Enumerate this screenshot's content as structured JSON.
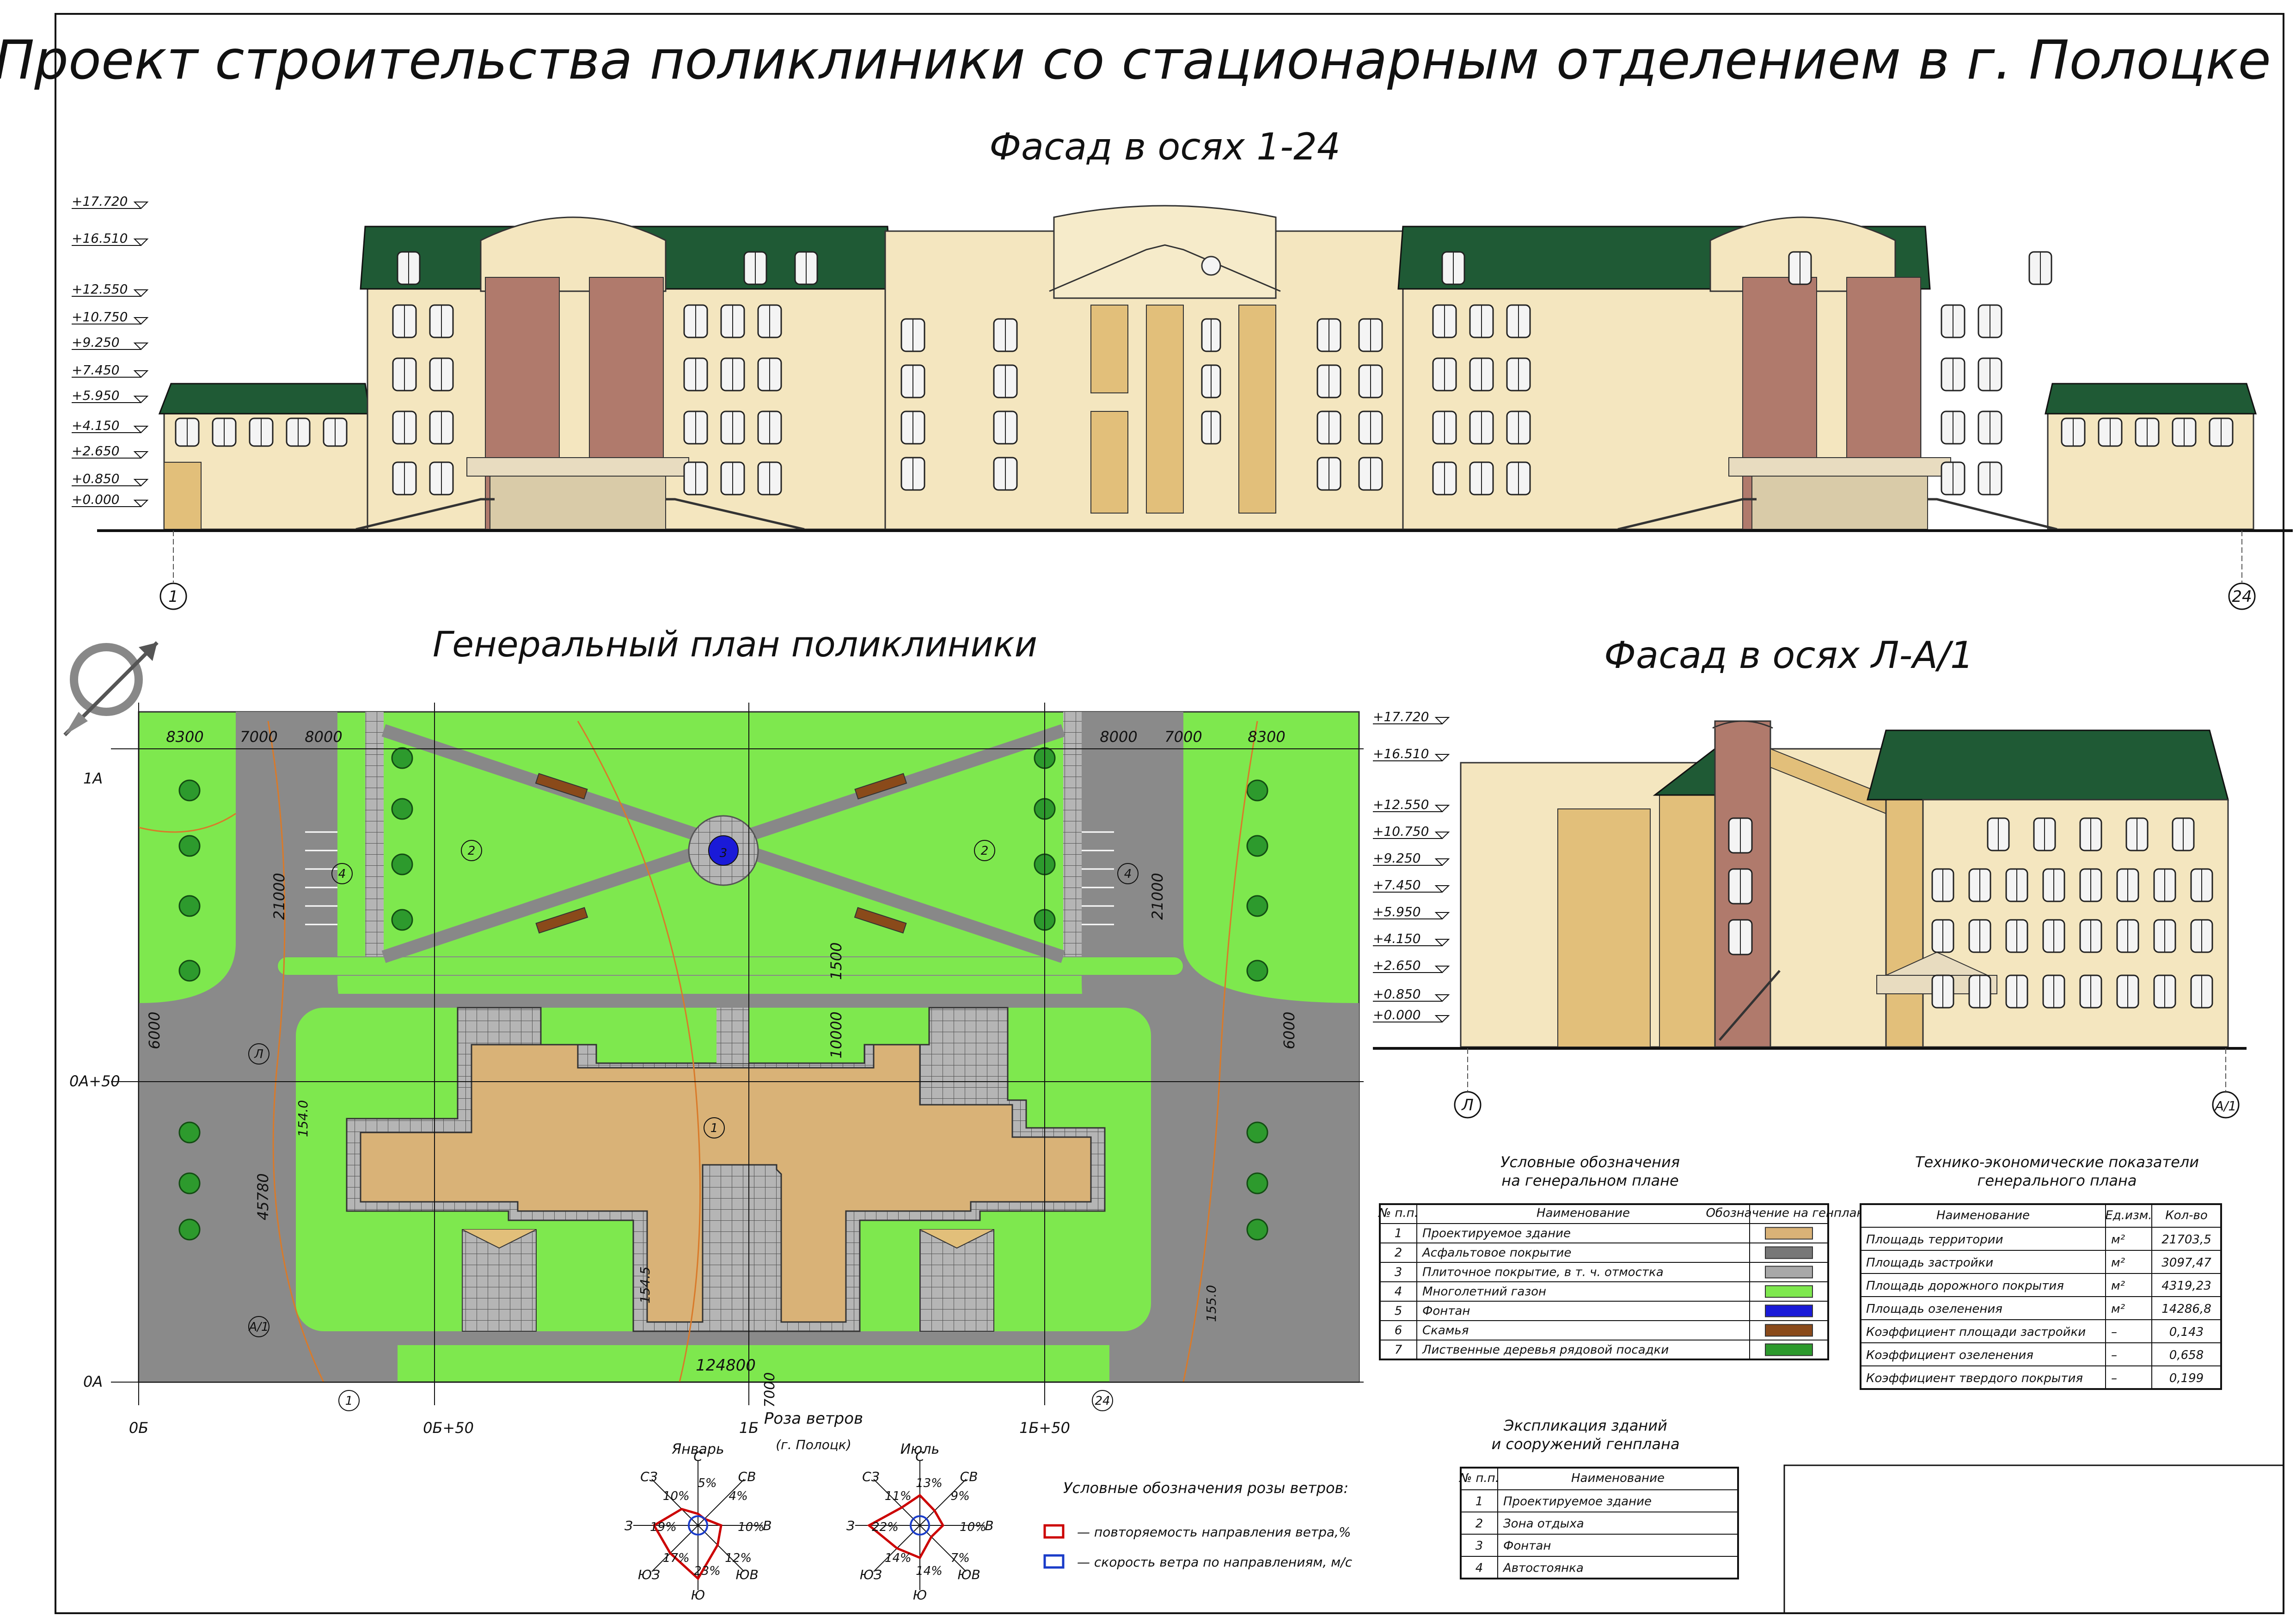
{
  "sheet_title": "Проект строительства поликлиники со стационарным отделением в г. Полоцке",
  "facade_main": {
    "title": "Фасад в осях 1-24",
    "elevations": [
      "+17.720",
      "+16.510",
      "+12.550",
      "+10.750",
      "+9.250",
      "+7.450",
      "+5.950",
      "+4.150",
      "+2.650",
      "+0.850",
      "+0.000"
    ],
    "axis_left": "1",
    "axis_right": "24"
  },
  "facade_side": {
    "title": "Фасад в осях Л-А/1",
    "elevations": [
      "+17.720",
      "+16.510",
      "+12.550",
      "+10.750",
      "+9.250",
      "+7.450",
      "+5.950",
      "+4.150",
      "+2.650",
      "+0.850",
      "+0.000"
    ],
    "axis_left": "Л",
    "axis_right": "А/1"
  },
  "site_plan": {
    "title": "Генеральный план поликлиники",
    "row_axes": [
      "1А",
      "0А+50",
      "0А"
    ],
    "col_axes": [
      "0Б",
      "0Б+50",
      "1Б",
      "1Б+50"
    ],
    "dims_top": [
      "8300",
      "7000",
      "8000",
      "8000",
      "7000",
      "8300"
    ],
    "dims": {
      "parking_left": "21000",
      "parking_right": "21000",
      "path": "1500",
      "court": "10000",
      "road_left": "6000",
      "road_right": "6000",
      "total_height": "45780",
      "total_width": "124800",
      "bottom": "7000",
      "contour_a": "154.0",
      "contour_b": "154.5",
      "contour_c": "155.0"
    },
    "markers": {
      "building": "1",
      "rest_left": "2",
      "rest_right": "2",
      "parking_left": "4",
      "parking_right": "4",
      "axis_L": "Л",
      "axis_A1": "А/1",
      "axis_1": "1",
      "axis_24": "24",
      "fountain": "3"
    }
  },
  "wind_rose": {
    "title": "Роза ветров",
    "subtitle": "(г. Полоцк)",
    "directions": [
      "С",
      "СВ",
      "В",
      "ЮВ",
      "Ю",
      "ЮЗ",
      "З",
      "СЗ"
    ],
    "january": {
      "label": "Январь",
      "values": [
        "5%",
        "4%",
        "10%",
        "12%",
        "23%",
        "17%",
        "19%",
        "10%"
      ]
    },
    "july": {
      "label": "Июль",
      "values": [
        "13%",
        "9%",
        "10%",
        "7%",
        "14%",
        "14%",
        "22%",
        "11%"
      ]
    },
    "legend_title": "Условные обозначения розы ветров:",
    "legend": [
      {
        "text": "— повторяемость направления ветра,%",
        "color": "#cc0000"
      },
      {
        "text": "— скорость ветра по направлениям, м/с",
        "color": "#1a3cc9"
      }
    ]
  },
  "legend_table": {
    "title_line1": "Условные обозначения",
    "title_line2": "на генеральном плане",
    "head": [
      "№ п.п.",
      "Наименование",
      "Обозначение на генплане"
    ],
    "rows": [
      {
        "n": "1",
        "name": "Проектируемое здание",
        "swatch": "#d9b277"
      },
      {
        "n": "2",
        "name": "Асфальтовое покрытие",
        "swatch": "#777777"
      },
      {
        "n": "3",
        "name": "Плиточное покрытие, в т. ч. отмостка",
        "swatch": "#a8a8a8"
      },
      {
        "n": "4",
        "name": "Многолетний газон",
        "swatch": "#7ee84e"
      },
      {
        "n": "5",
        "name": "Фонтан",
        "swatch": "#1a1ad8"
      },
      {
        "n": "6",
        "name": "Скамья",
        "swatch": "#8a4a1a"
      },
      {
        "n": "7",
        "name": "Лиственные деревья рядовой посадки",
        "swatch": "#2d9a2d"
      }
    ]
  },
  "tep_table": {
    "title_line1": "Технико-экономические показатели",
    "title_line2": "генерального плана",
    "head": [
      "Наименование",
      "Ед.изм.",
      "Кол-во"
    ],
    "rows": [
      [
        "Площадь территории",
        "м²",
        "21703,5"
      ],
      [
        "Площадь застройки",
        "м²",
        "3097,47"
      ],
      [
        "Площадь дорожного покрытия",
        "м²",
        "4319,23"
      ],
      [
        "Площадь озеленения",
        "м²",
        "14286,8"
      ],
      [
        "Коэффициент площади застройки",
        "–",
        "0,143"
      ],
      [
        "Коэффициент озеленения",
        "–",
        "0,658"
      ],
      [
        "Коэффициент твердого покрытия",
        "–",
        "0,199"
      ]
    ]
  },
  "expl_table": {
    "title_line1": "Экспликация зданий",
    "title_line2": "и сооружений генплана",
    "head": [
      "№ п.п.",
      "Наименование"
    ],
    "rows": [
      [
        "1",
        "Проектируемое здание"
      ],
      [
        "2",
        "Зона отдыха"
      ],
      [
        "3",
        "Фонтан"
      ],
      [
        "4",
        "Автостоянка"
      ]
    ]
  },
  "colors": {
    "wall_cream": "#f4e6bf",
    "wall_tan": "#e2bf7a",
    "wall_rose": "#b07a6c",
    "roof_green": "#1f5a35",
    "grass": "#7ee84e",
    "asphalt": "#8a8a8a",
    "building": "#d9b277"
  }
}
